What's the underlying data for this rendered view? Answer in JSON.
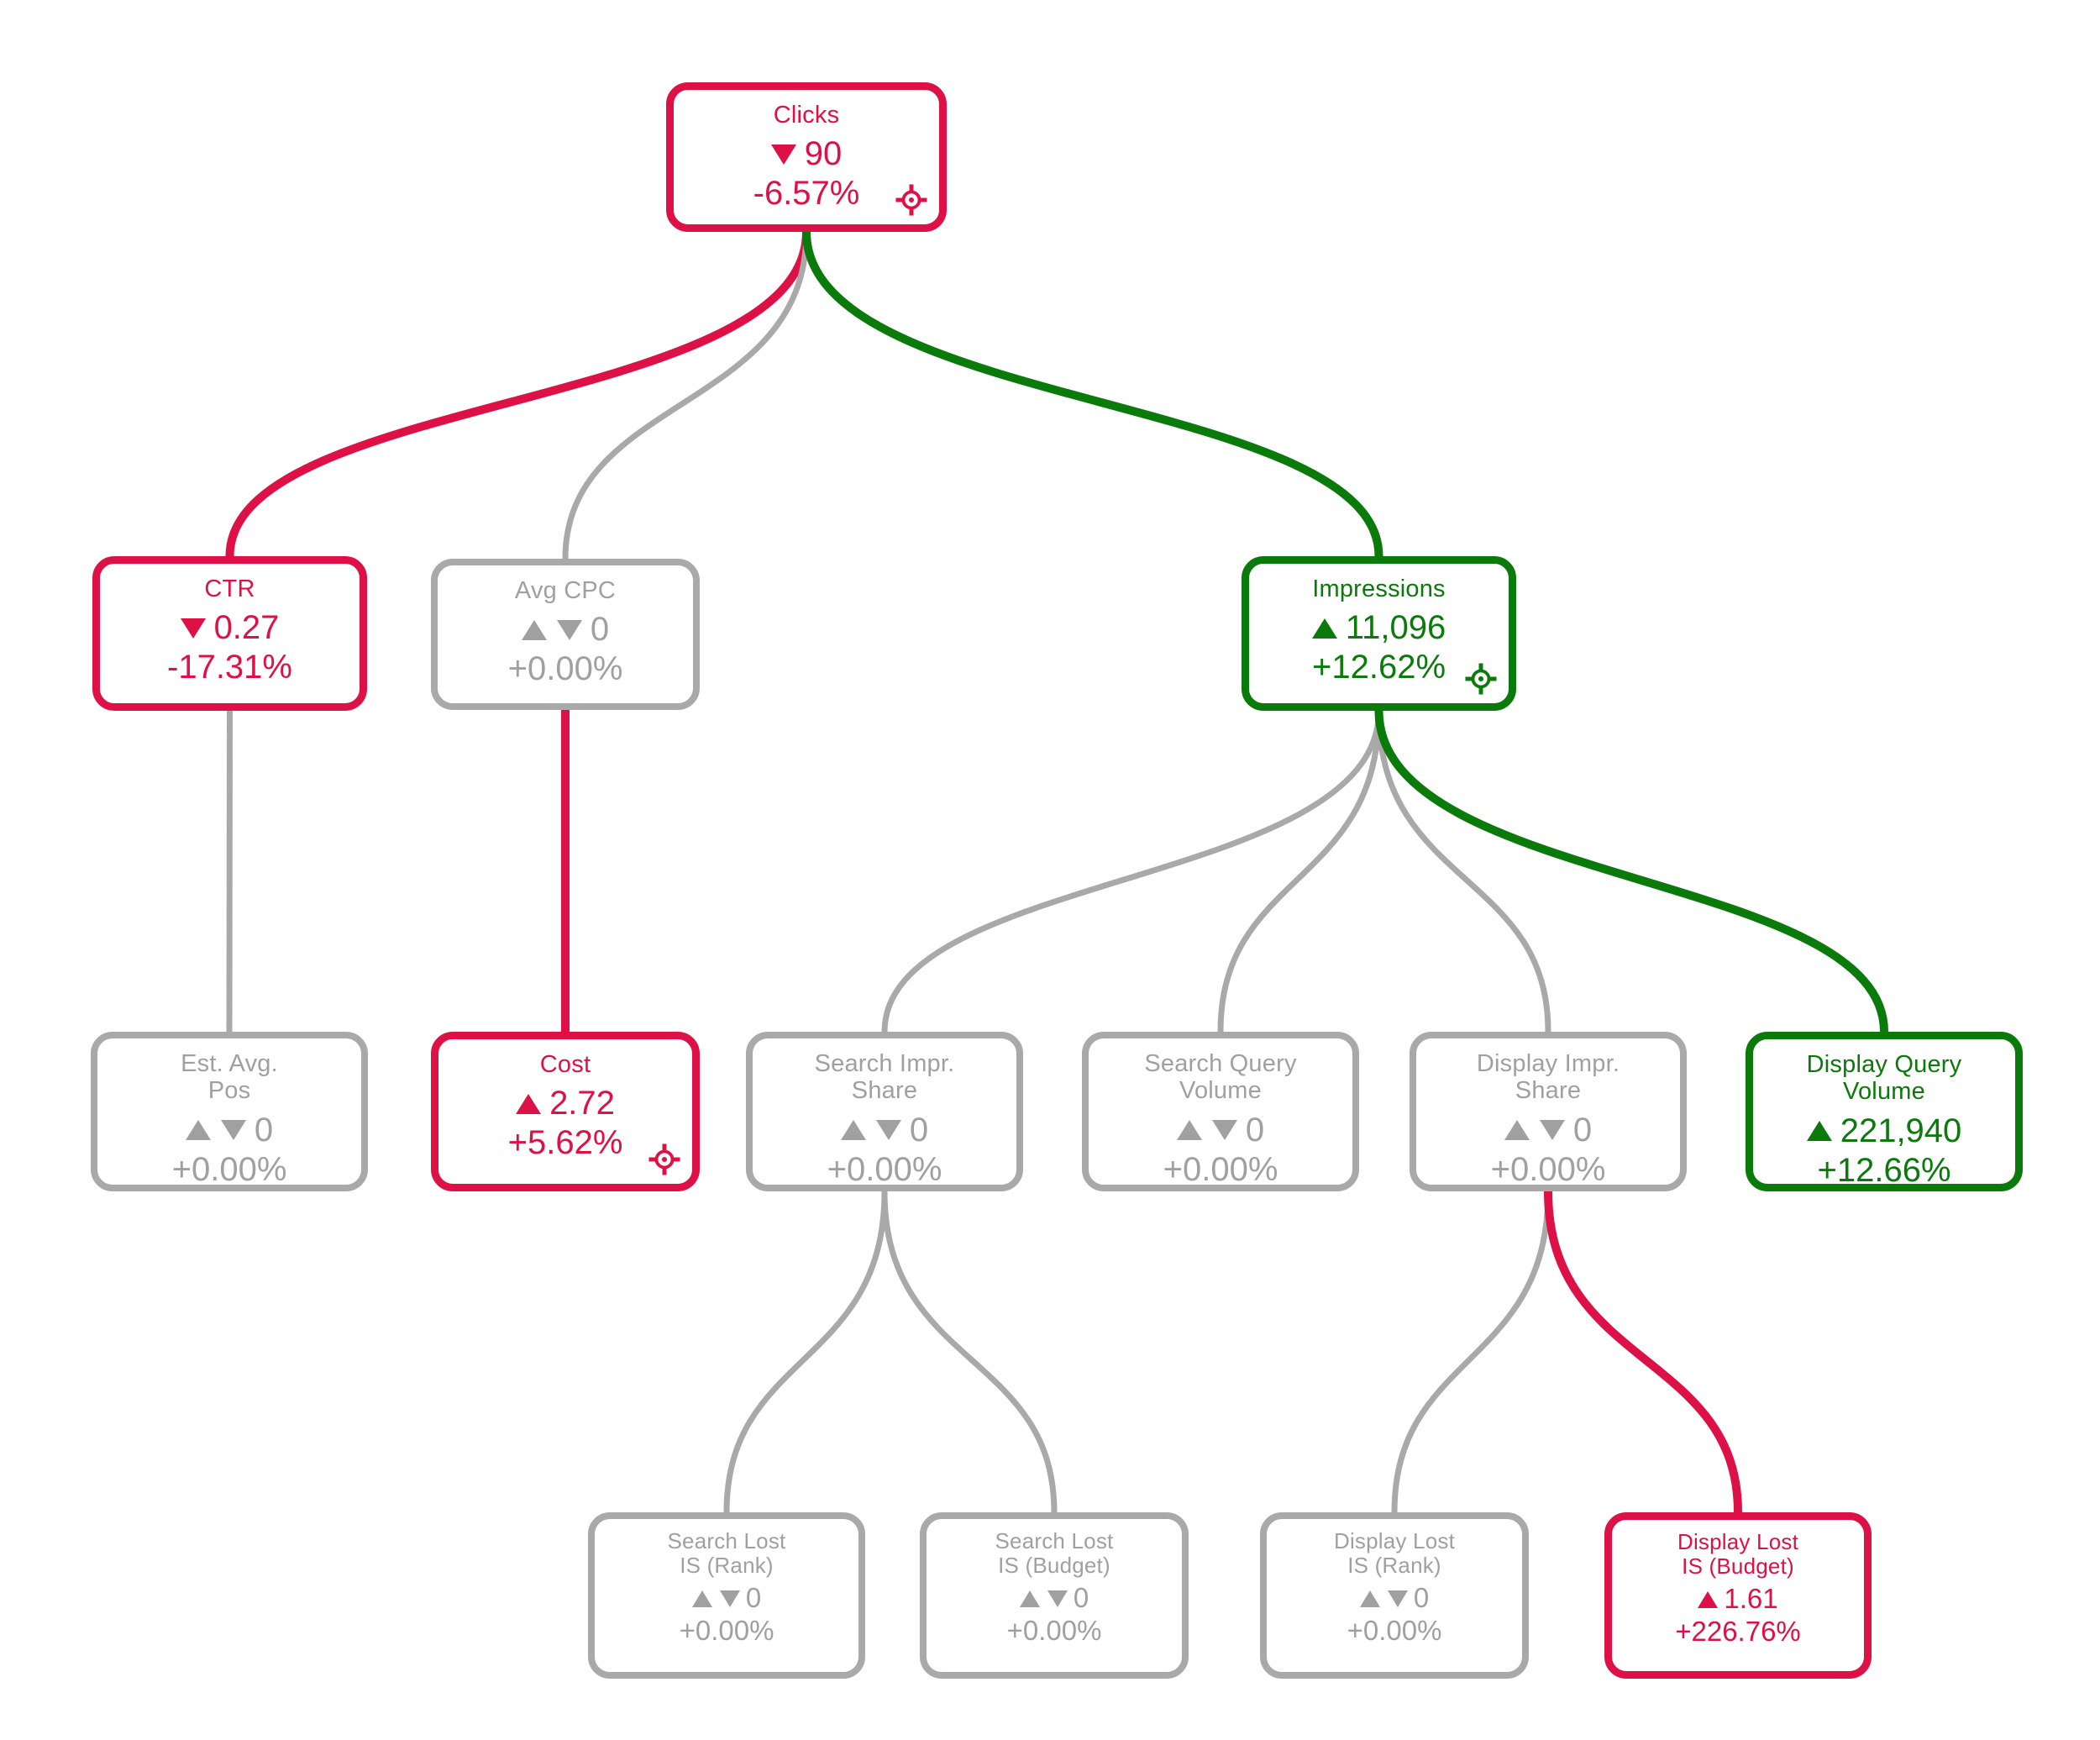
{
  "diagram": {
    "type": "metric-attribution-tree",
    "colors": {
      "negative": "#dd1145",
      "positive": "#0a7a0a",
      "neutral": "#a9a9a9",
      "background": "#ffffff"
    },
    "icons": {
      "focus": "crosshair-target-icon",
      "up": "triangle-up-icon",
      "down": "triangle-down-icon"
    }
  },
  "nodes": [
    {
      "id": "clicks",
      "title": "Clicks",
      "arrow": "down",
      "value": "90",
      "pct": "-6.57%",
      "state": "negative",
      "focus": true
    },
    {
      "id": "ctr",
      "title": "CTR",
      "arrow": "down",
      "value": "0.27",
      "pct": "-17.31%",
      "state": "negative",
      "focus": false
    },
    {
      "id": "avg_cpc",
      "title": "Avg CPC",
      "arrow": "both",
      "value": "0",
      "pct": "+0.00%",
      "state": "neutral",
      "focus": false
    },
    {
      "id": "impressions",
      "title": "Impressions",
      "arrow": "up",
      "value": "11,096",
      "pct": "+12.62%",
      "state": "positive",
      "focus": true
    },
    {
      "id": "est_avg_pos",
      "title": "Est. Avg.\nPos",
      "arrow": "both",
      "value": "0",
      "pct": "+0.00%",
      "state": "neutral",
      "focus": false
    },
    {
      "id": "cost",
      "title": "Cost",
      "arrow": "up",
      "value": "2.72",
      "pct": "+5.62%",
      "state": "negative",
      "focus": true
    },
    {
      "id": "search_impr_share",
      "title": "Search Impr.\nShare",
      "arrow": "both",
      "value": "0",
      "pct": "+0.00%",
      "state": "neutral",
      "focus": false
    },
    {
      "id": "search_query_volume",
      "title": "Search Query\nVolume",
      "arrow": "both",
      "value": "0",
      "pct": "+0.00%",
      "state": "neutral",
      "focus": false
    },
    {
      "id": "display_impr_share",
      "title": "Display Impr.\nShare",
      "arrow": "both",
      "value": "0",
      "pct": "+0.00%",
      "state": "neutral",
      "focus": false
    },
    {
      "id": "display_query_volume",
      "title": "Display Query\nVolume",
      "arrow": "up",
      "value": "221,940",
      "pct": "+12.66%",
      "state": "positive",
      "focus": false
    },
    {
      "id": "search_lost_is_rank",
      "title": "Search Lost\nIS (Rank)",
      "arrow": "both",
      "value": "0",
      "pct": "+0.00%",
      "state": "neutral",
      "focus": false
    },
    {
      "id": "search_lost_is_budget",
      "title": "Search Lost\nIS (Budget)",
      "arrow": "both",
      "value": "0",
      "pct": "+0.00%",
      "state": "neutral",
      "focus": false
    },
    {
      "id": "display_lost_is_rank",
      "title": "Display Lost\nIS (Rank)",
      "arrow": "both",
      "value": "0",
      "pct": "+0.00%",
      "state": "neutral",
      "focus": false
    },
    {
      "id": "display_lost_is_budget",
      "title": "Display Lost\nIS (Budget)",
      "arrow": "up",
      "value": "1.61",
      "pct": "+226.76%",
      "state": "negative",
      "focus": false
    }
  ],
  "edges": [
    {
      "from": "clicks",
      "to": "ctr",
      "state": "negative"
    },
    {
      "from": "clicks",
      "to": "avg_cpc",
      "state": "neutral"
    },
    {
      "from": "clicks",
      "to": "impressions",
      "state": "positive"
    },
    {
      "from": "ctr",
      "to": "est_avg_pos",
      "state": "neutral"
    },
    {
      "from": "avg_cpc",
      "to": "cost",
      "state": "negative"
    },
    {
      "from": "impressions",
      "to": "search_impr_share",
      "state": "neutral"
    },
    {
      "from": "impressions",
      "to": "search_query_volume",
      "state": "neutral"
    },
    {
      "from": "impressions",
      "to": "display_impr_share",
      "state": "neutral"
    },
    {
      "from": "impressions",
      "to": "display_query_volume",
      "state": "positive"
    },
    {
      "from": "search_impr_share",
      "to": "search_lost_is_rank",
      "state": "neutral"
    },
    {
      "from": "search_impr_share",
      "to": "search_lost_is_budget",
      "state": "neutral"
    },
    {
      "from": "display_impr_share",
      "to": "display_lost_is_rank",
      "state": "neutral"
    },
    {
      "from": "display_impr_share",
      "to": "display_lost_is_budget",
      "state": "negative"
    }
  ]
}
